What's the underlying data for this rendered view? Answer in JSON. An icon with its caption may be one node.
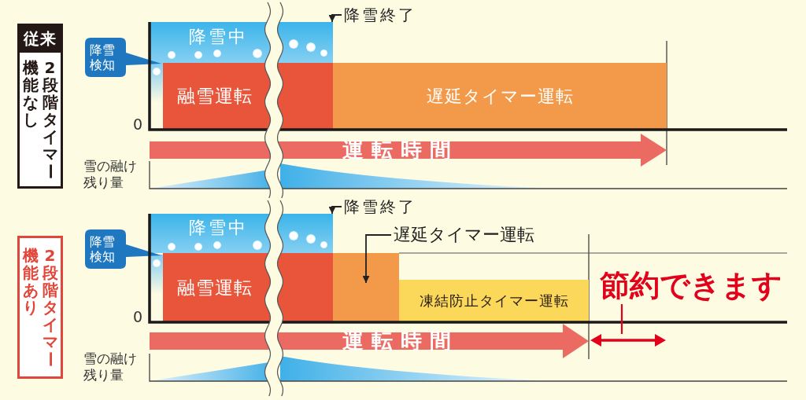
{
  "diagram": {
    "nodes": [
      {
        "text": [
          "従来",
          "2段階タイマー機能なし"
        ]
      },
      {
        "text": [
          "降雪終了"
        ]
      },
      {
        "text": [
          "降雪中"
        ]
      },
      {
        "text": [
          "降雪検知"
        ]
      },
      {
        "text": [
          "融雪運転"
        ]
      },
      {
        "text": [
          "遅延タイマー運転"
        ]
      },
      {
        "text": [
          "運転時間"
        ]
      },
      {
        "text": [
          "2段階タイマー機能あり"
        ]
      },
      {
        "text": [
          "降雪終了"
        ]
      },
      {
        "text": [
          "遅延タイマー運転"
        ]
      },
      {
        "text": [
          "降雪中"
        ]
      },
      {
        "text": [
          "降雪検知"
        ]
      },
      {
        "text": [
          "融雪運転"
        ]
      },
      {
        "text": [],
        "shape": "bar"
      },
      {
        "text": [
          "節約できます"
        ]
      },
      {
        "text": [
          "凍結防止タイマー運転"
        ]
      },
      {
        "text": [
          "運転時間"
        ]
      },
      {
        "text": [],
        "shape": "arrow"
      }
    ],
    "edges": [
      {
        "from": 1,
        "to": 2,
        "arrow": "to"
      },
      {
        "from": 8,
        "to": 10,
        "arrow": "to"
      },
      {
        "from": 9,
        "to": 13,
        "arrow": "to"
      },
      {
        "from": 14,
        "to": 17,
        "arrow": "none",
        "color": "#e2001a"
      }
    ],
    "labels": [
      "0",
      "雪の融け残り量",
      "0",
      "雪の融け残り量"
    ]
  }
}
